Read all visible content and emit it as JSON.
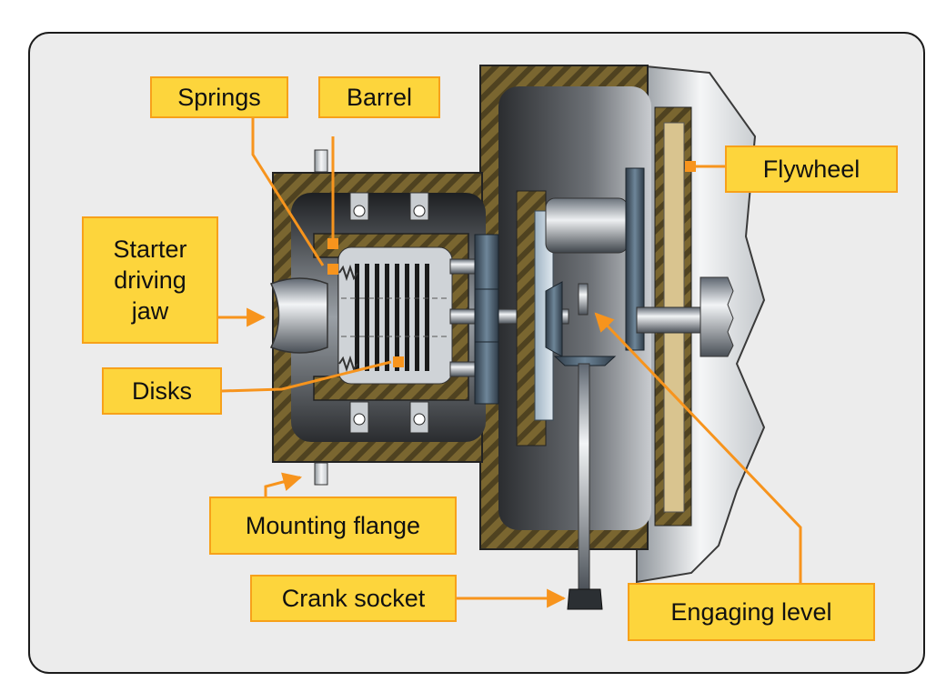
{
  "diagram": {
    "labels": {
      "springs": "Springs",
      "barrel": "Barrel",
      "flywheel": "Flywheel",
      "starter_jaw": "Starter\ndriving\njaw",
      "disks": "Disks",
      "mounting_flange": "Mounting flange",
      "crank_socket": "Crank socket",
      "engaging_level": "Engaging level"
    },
    "colors": {
      "label_fill": "#FDD53C",
      "label_border": "#F7A11A",
      "leader_line": "#F7941D",
      "housing": "#6B5A2A",
      "metal": "#9EA3A8"
    }
  }
}
